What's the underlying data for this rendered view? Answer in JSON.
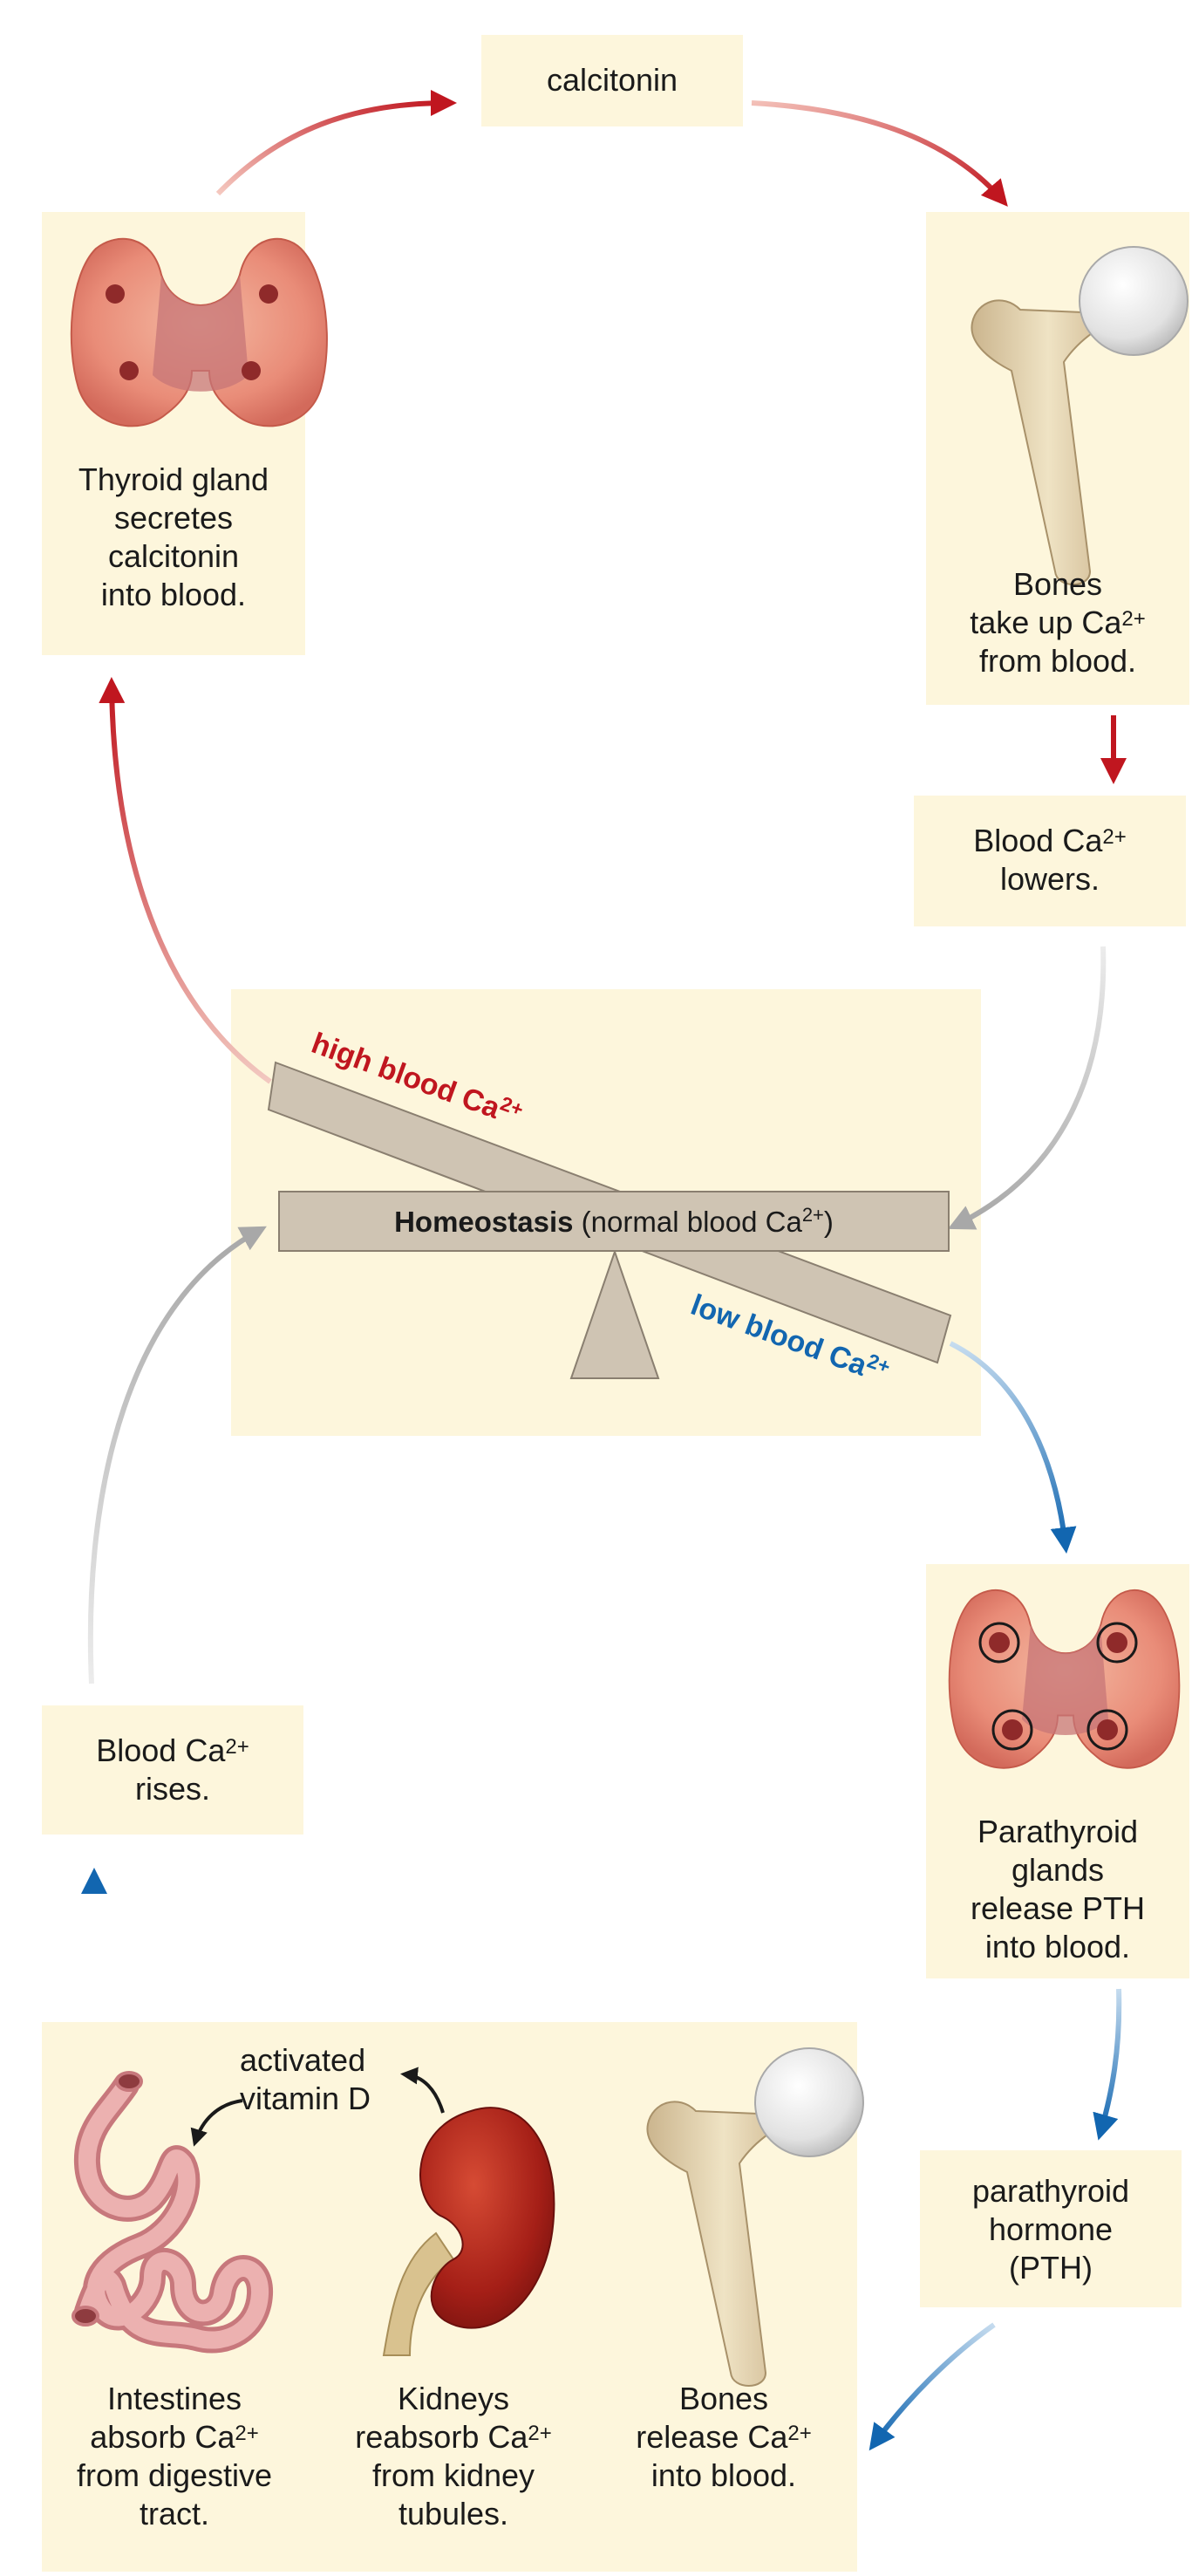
{
  "hormone_calcitonin": "calcitonin",
  "hormone_pth": [
    "parathyroid",
    "hormone",
    "(PTH)"
  ],
  "thyroid": [
    "Thyroid gland",
    "secretes",
    "calcitonin",
    "into blood."
  ],
  "bones_up": {
    "l1": "Bones",
    "l2_pre": "take up Ca",
    "l2_sup": "2+",
    "l3": "from blood."
  },
  "lowers": {
    "l1_pre": "Blood Ca",
    "l1_sup": "2+",
    "l2": "lowers."
  },
  "rises": {
    "l1_pre": "Blood Ca",
    "l1_sup": "2+",
    "l2": "rises."
  },
  "balance": {
    "homeostasis_bold": "Homeostasis",
    "homeostasis_rest": " (normal blood Ca",
    "homeostasis_sup": "2+",
    "homeostasis_end": ")",
    "high_text": "high blood Ca",
    "low_text": "low blood Ca",
    "ion_sup": "2+"
  },
  "parathyroid": [
    "Parathyroid",
    "glands",
    "release PTH",
    "into blood."
  ],
  "vitamin": [
    "activated",
    "vitamin D"
  ],
  "intestines": {
    "l1": "Intestines",
    "l2_pre": "absorb Ca",
    "l2_sup": "2+",
    "l3": "from digestive",
    "l4": "tract."
  },
  "kidneys": {
    "l1": "Kidneys",
    "l2_pre": "reabsorb Ca",
    "l2_sup": "2+",
    "l3": "from kidney",
    "l4": "tubules."
  },
  "bones_release": {
    "l1": "Bones",
    "l2_pre": "release Ca",
    "l2_sup": "2+",
    "l3": "into blood."
  },
  "colors": {
    "red": "#c0161f",
    "blue": "#1266b0",
    "gray": "#b5b5b5",
    "box": "#fdf6dc",
    "beam": "#cfc4b3"
  }
}
